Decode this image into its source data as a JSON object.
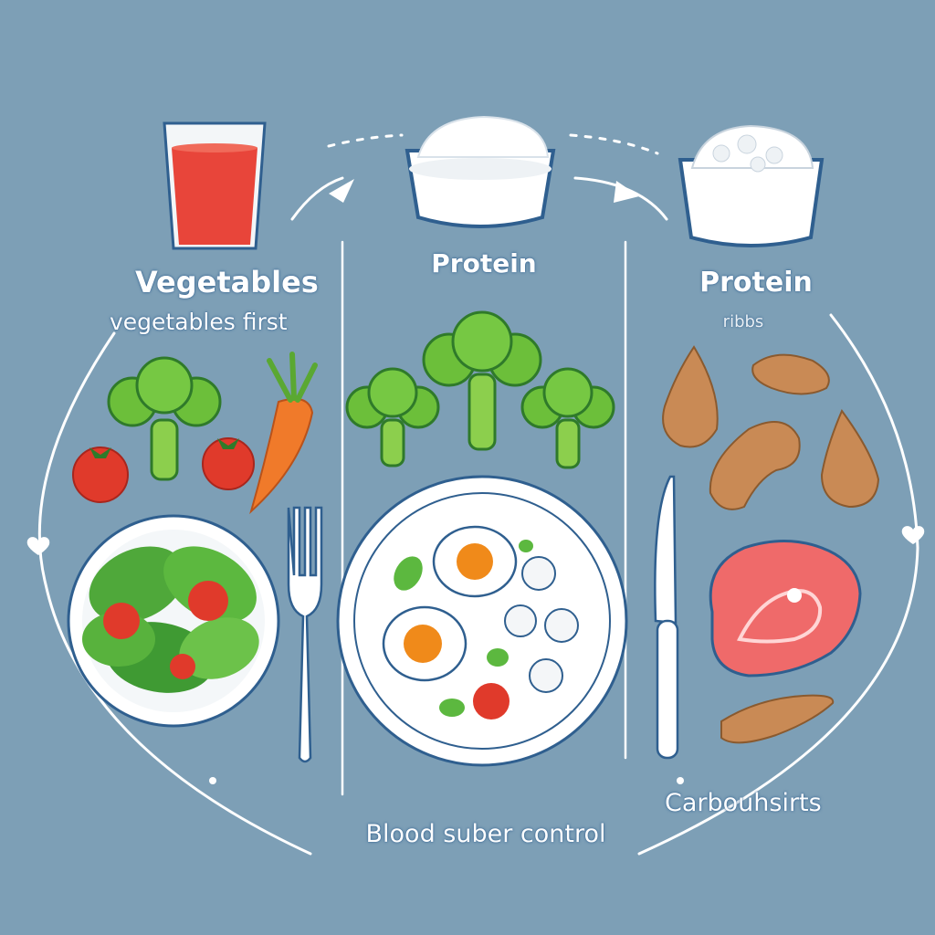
{
  "labels": {
    "vegetables_title": "Vegetables",
    "vegetables_sub": "vegetables first",
    "protein_center": "Protein",
    "protein_right": "Protein",
    "protein_right_sub": "ribbs",
    "carbohydrates": "Carbouhsirts",
    "footer": "Blood suber control"
  },
  "colors": {
    "background": "#7d9fb6",
    "flow_line": "#ffffff",
    "label_outline": "#2f5f8f",
    "vegetable_green": "#6cbf3a",
    "tomato_red": "#e03a2b",
    "meat_brown": "#c98a55",
    "salmon_pink": "#ef6a6a",
    "yolk_orange": "#f08a1a"
  },
  "icons": [
    "juice-glass-icon",
    "rice-bowl-icon",
    "cottage-cheese-bowl-icon",
    "broccoli-icon",
    "tomato-icon",
    "carrot-icon",
    "salad-plate-icon",
    "fork-icon",
    "egg-plate-icon",
    "knife-icon",
    "meat-piece-icon",
    "salmon-steak-icon",
    "heart-icon",
    "arrow-head-icon"
  ]
}
